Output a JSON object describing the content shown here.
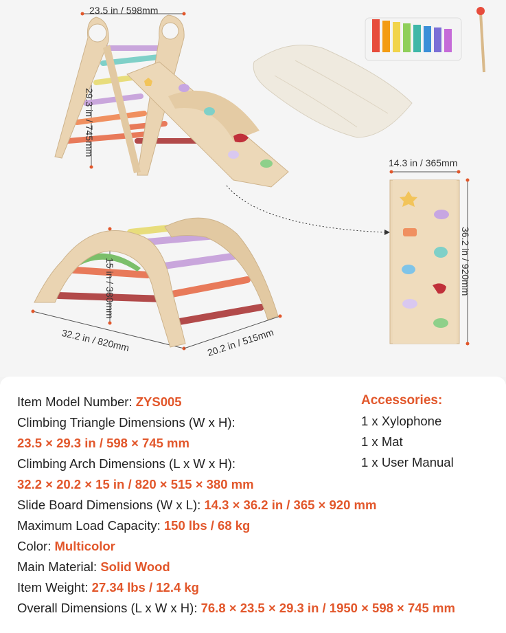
{
  "dimensions": {
    "triangle_width": "23.5 in / 598mm",
    "triangle_height": "29.3 in / 745mm",
    "slide_width": "14.3 in / 365mm",
    "slide_length": "36.2 in / 920mm",
    "arch_height": "15 in / 380mm",
    "arch_length": "32.2 in / 820mm",
    "arch_width": "20.2 in / 515mm"
  },
  "specs": [
    {
      "label": "Item Model Number: ",
      "value": "ZYS005"
    },
    {
      "label": "Climbing Triangle Dimensions (W x H):",
      "value": ""
    },
    {
      "label": "",
      "value": "23.5 × 29.3 in / 598 × 745 mm"
    },
    {
      "label": "Climbing Arch Dimensions (L x W x H):",
      "value": ""
    },
    {
      "label": "",
      "value": "32.2 × 20.2 × 15 in / 820 × 515 × 380 mm"
    },
    {
      "label": "Slide Board Dimensions (W x L): ",
      "value": "14.3 × 36.2 in / 365 × 920 mm"
    },
    {
      "label": "Maximum Load Capacity: ",
      "value": "150 lbs / 68 kg"
    },
    {
      "label": "Color: ",
      "value": "Multicolor"
    },
    {
      "label": "Main Material: ",
      "value": "Solid Wood"
    },
    {
      "label": "Item Weight: ",
      "value": "27.34 lbs / 12.4 kg"
    },
    {
      "label": "Overall Dimensions (L x W x H): ",
      "value": "76.8 × 23.5 × 29.3 in / 1950 × 598 × 745 mm"
    }
  ],
  "accessories": {
    "heading": "Accessories:",
    "items": [
      "1 x Xylophone",
      "1 x Mat",
      "1 x User Manual"
    ]
  },
  "colors": {
    "accent": "#e2572b",
    "wood": "#e8d3b0",
    "dim_dot": "#e2572b"
  }
}
